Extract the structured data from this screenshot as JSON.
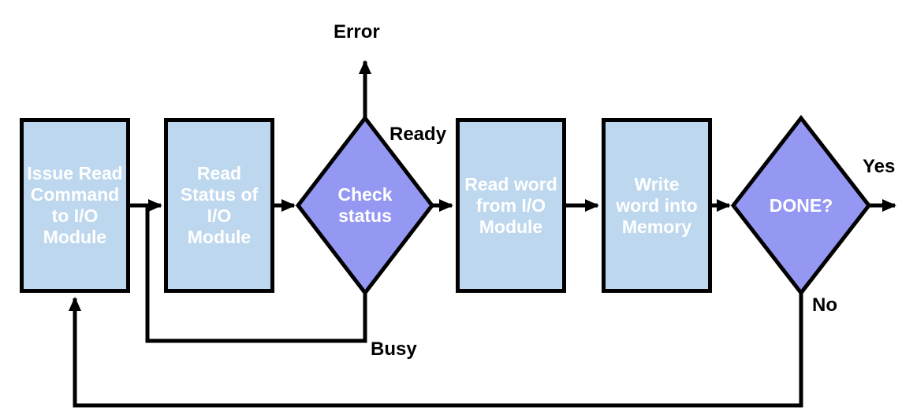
{
  "nodes": [
    {
      "id": "issue-read-command",
      "type": "process",
      "label": "Issue Read\nCommand\nto I/O\nModule"
    },
    {
      "id": "read-status",
      "type": "process",
      "label": "Read\nStatus of\nI/O\nModule"
    },
    {
      "id": "check-status",
      "type": "decision",
      "label": "Check\nstatus"
    },
    {
      "id": "read-word",
      "type": "process",
      "label": "Read word\nfrom I/O\nModule"
    },
    {
      "id": "write-word",
      "type": "process",
      "label": "Write\nword into\nMemory"
    },
    {
      "id": "done",
      "type": "decision",
      "label": "DONE?"
    }
  ],
  "edge_labels": {
    "error": "Error",
    "ready": "Ready",
    "busy": "Busy",
    "yes": "Yes",
    "no": "No"
  },
  "colors": {
    "process_fill": "#BDD7EE",
    "decision_fill": "#9598F3",
    "stroke": "#000000",
    "node_text": "#FFFFFF",
    "label_text": "#000000",
    "background": "#FFFFFF"
  }
}
